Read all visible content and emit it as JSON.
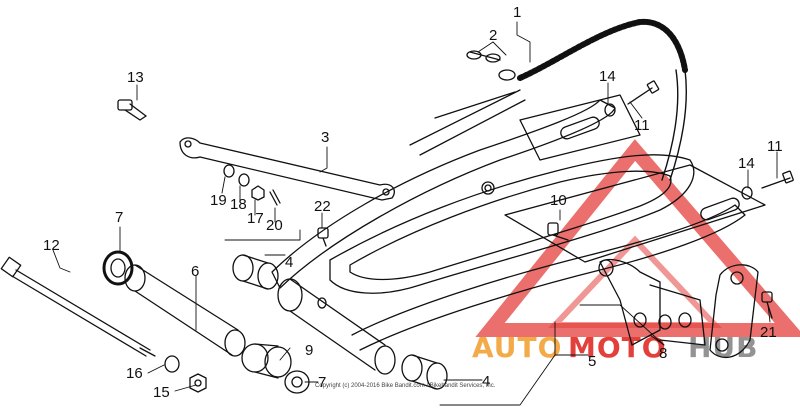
{
  "callouts": [
    {
      "id": "c1",
      "text": "1"
    },
    {
      "id": "c2",
      "text": "2"
    },
    {
      "id": "c3",
      "text": "3"
    },
    {
      "id": "c4a",
      "text": "4"
    },
    {
      "id": "c4b",
      "text": "4"
    },
    {
      "id": "c5",
      "text": "5"
    },
    {
      "id": "c6",
      "text": "6"
    },
    {
      "id": "c7a",
      "text": "7"
    },
    {
      "id": "c7b",
      "text": "7"
    },
    {
      "id": "c8",
      "text": "8"
    },
    {
      "id": "c9",
      "text": "9"
    },
    {
      "id": "c10",
      "text": "10"
    },
    {
      "id": "c11a",
      "text": "11"
    },
    {
      "id": "c11b",
      "text": "11"
    },
    {
      "id": "c12",
      "text": "12"
    },
    {
      "id": "c13",
      "text": "13"
    },
    {
      "id": "c14a",
      "text": "14"
    },
    {
      "id": "c14b",
      "text": "14"
    },
    {
      "id": "c15",
      "text": "15"
    },
    {
      "id": "c16",
      "text": "16"
    },
    {
      "id": "c17",
      "text": "17"
    },
    {
      "id": "c18",
      "text": "18"
    },
    {
      "id": "c19",
      "text": "19"
    },
    {
      "id": "c20",
      "text": "20"
    },
    {
      "id": "c21",
      "text": "21"
    },
    {
      "id": "c22",
      "text": "22"
    }
  ],
  "copyright": "Copyright (c) 2004-2016 Bike Bandit.com / Bikebandit Services, Inc.",
  "watermark": {
    "part1": "AUTO",
    "part2": "MOTO",
    "part3": "HUB",
    "color_orange": "#f2a33a",
    "color_red": "#e2302b",
    "color_gray": "#8a8a8a"
  },
  "colors": {
    "line": "#111111",
    "paper": "#ffffff"
  }
}
